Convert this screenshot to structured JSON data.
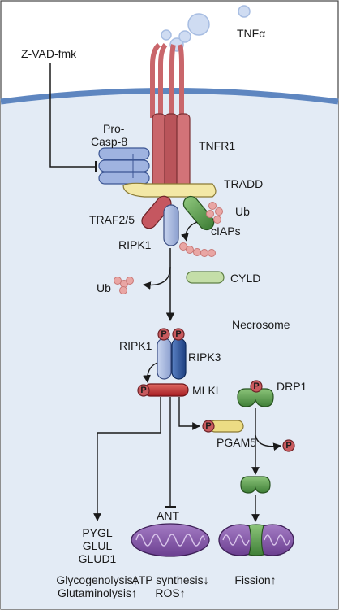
{
  "labels": {
    "tnf": "TNFα",
    "zvad": "Z-VAD-fmk",
    "procasp_1": "Pro-",
    "procasp_2": "Casp-8",
    "tnfr1": "TNFR1",
    "tradd": "TRADD",
    "traf": "TRAF2/5",
    "ub_top": "Ub",
    "ciaps": "cIAPs",
    "ripk1_top": "RIPK1",
    "ub_left": "Ub",
    "cyld": "CYLD",
    "necrosome": "Necrosome",
    "ripk1_nec": "RIPK1",
    "ripk3": "RIPK3",
    "mlkl": "MLKL",
    "drp1": "DRP1",
    "pgam5": "PGAM5",
    "ant": "ANT",
    "targets": "PYGL\nGLUL\nGLUD1",
    "outcome_left": "Glycogenolysis↑\nGlutaminolysis↑",
    "outcome_mid": "ATP synthesis↓\nROS↑",
    "outcome_right": "Fission↑",
    "p": "P"
  },
  "colors": {
    "cytoplasm": "#e3ebf5",
    "membrane": "#5e86c0",
    "tnfr1": "#c9666b",
    "tradd": "#f3e8a6",
    "traf": "#c55760",
    "ciaps": "#4f9a48",
    "ripk1": "#9aaed8",
    "ripk3": "#27539a",
    "mlkl": "#c0282a",
    "ub": "#e9a6a4",
    "cyld": "#c4dea8",
    "drp1": "#5c9a4d",
    "pgam5": "#ecdc84",
    "mito": "#8256a6",
    "procasp8": "#9fb3e0",
    "p_badge": "#c85a5e"
  }
}
